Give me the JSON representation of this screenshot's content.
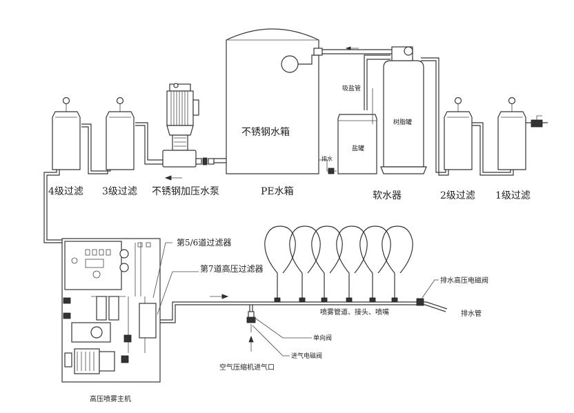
{
  "labels": {
    "filter4": "4级过滤",
    "filter3": "3级过滤",
    "pump": "不锈钢加压水泵",
    "tank_inner": "不锈钢水箱",
    "tank": "PE水箱",
    "softener": "软水器",
    "filter2": "2级过滤",
    "filter1": "1级过滤",
    "suction_pipe": "吸盐管",
    "resin_tank": "树脂罐",
    "salt_tank": "盐罐",
    "drain_small": "排水",
    "filter56": "第5/6道过滤器",
    "filter7": "第7道高压过滤器",
    "drain_valve": "排水高压电磁阀",
    "spray_line": "喷雾管道、接头、喷嘴",
    "drain_pipe": "排水管",
    "check_valve": "单向阀",
    "air_valve": "进气电磁阀",
    "air_inlet": "空气压缩机进气口",
    "host": "高压喷雾主机"
  }
}
